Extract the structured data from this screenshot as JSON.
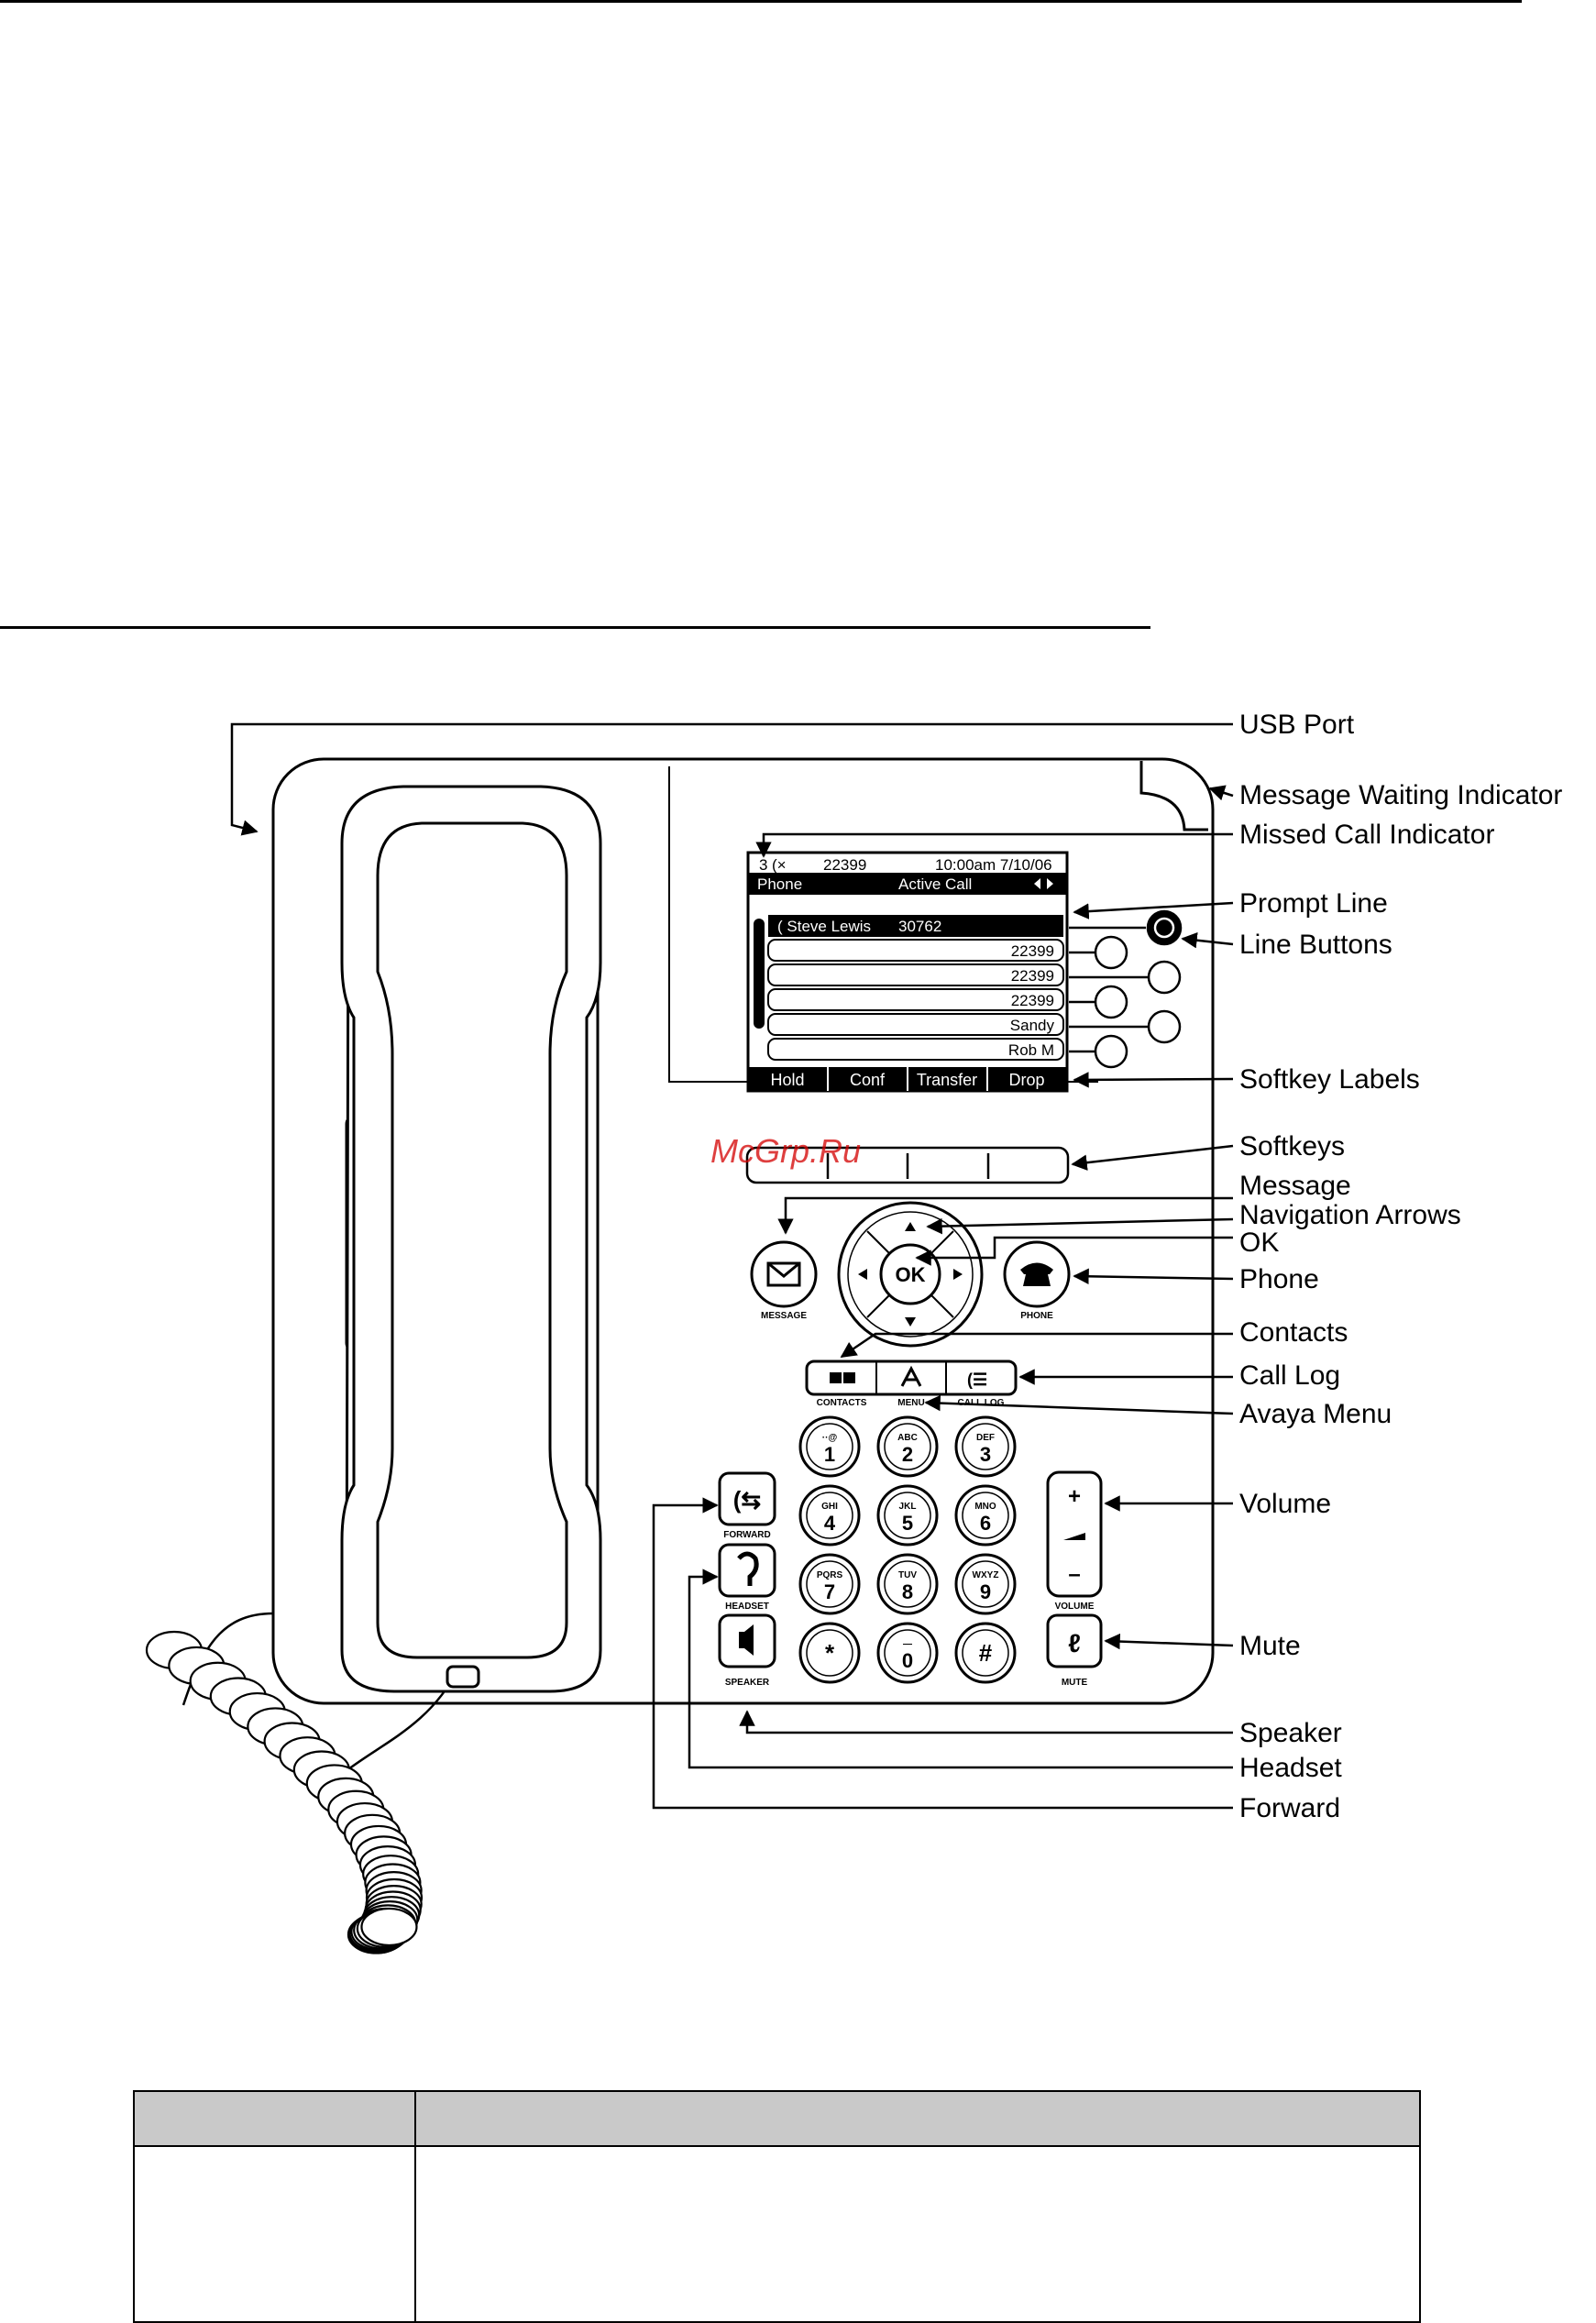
{
  "watermark": "McGrp.Ru",
  "screen": {
    "status": {
      "missed_count": "3",
      "missed_symbol": "(×",
      "extension": "22399",
      "datetime": "10:00am 7/10/06"
    },
    "title_left": "Phone",
    "title_center": "Active Call",
    "lines": [
      {
        "label": "Steve Lewis",
        "number": "30762"
      },
      {
        "label": "22399"
      },
      {
        "label": "22399"
      },
      {
        "label": "22399"
      },
      {
        "label": "Sandy"
      },
      {
        "label": "Rob M"
      }
    ],
    "softkeys": [
      "Hold",
      "Conf",
      "Transfer",
      "Drop"
    ]
  },
  "keypad": [
    {
      "digit": "1",
      "letters": "··@"
    },
    {
      "digit": "2",
      "letters": "ABC"
    },
    {
      "digit": "3",
      "letters": "DEF"
    },
    {
      "digit": "4",
      "letters": "GHI"
    },
    {
      "digit": "5",
      "letters": "JKL"
    },
    {
      "digit": "6",
      "letters": "MNO"
    },
    {
      "digit": "7",
      "letters": "PQRS"
    },
    {
      "digit": "8",
      "letters": "TUV"
    },
    {
      "digit": "9",
      "letters": "WXYZ"
    },
    {
      "digit": "*",
      "letters": ""
    },
    {
      "digit": "0",
      "letters": "—"
    },
    {
      "digit": "#",
      "letters": ""
    }
  ],
  "buttons": {
    "message": "MESSAGE",
    "phone": "PHONE",
    "ok": "OK",
    "contacts": "CONTACTS",
    "menu": "MENU",
    "call_log": "CALL LOG",
    "forward": "FORWARD",
    "headset": "HEADSET",
    "speaker": "SPEAKER",
    "volume": "VOLUME",
    "mute": "MUTE",
    "volume_plus": "+",
    "volume_minus": "–"
  },
  "callouts": {
    "usb_port": "USB Port",
    "message_waiting": "Message Waiting Indicator",
    "missed_call": "Missed Call Indicator",
    "prompt_line": "Prompt Line",
    "line_buttons": "Line Buttons",
    "softkey_labels": "Softkey Labels",
    "softkeys": "Softkeys",
    "message": "Message",
    "nav_arrows": "Navigation Arrows",
    "ok": "OK",
    "phone": "Phone",
    "contacts": "Contacts",
    "call_log": "Call Log",
    "avaya_menu": "Avaya Menu",
    "volume": "Volume",
    "mute": "Mute",
    "speaker": "Speaker",
    "headset": "Headset",
    "forward": "Forward"
  }
}
